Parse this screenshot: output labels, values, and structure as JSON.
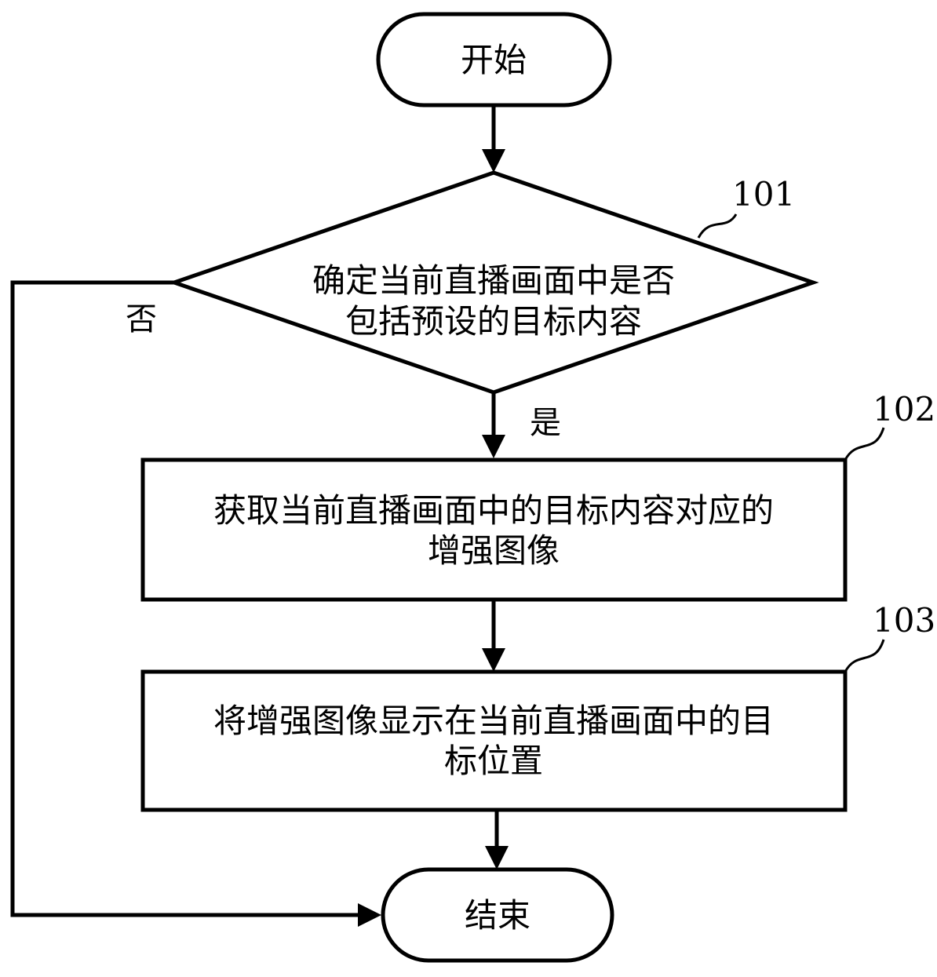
{
  "nodes": {
    "start": {
      "label": "开始"
    },
    "decision": {
      "line1": "确定当前直播画面中是否",
      "line2": "包括预设的目标内容",
      "ref": "101"
    },
    "step_102": {
      "line1": "获取当前直播画面中的目标内容对应的",
      "line2": "增强图像",
      "ref": "102"
    },
    "step_103": {
      "line1": "将增强图像显示在当前直播画面中的目",
      "line2": "标位置",
      "ref": "103"
    },
    "end": {
      "label": "结束"
    }
  },
  "edges": {
    "yes_label": "是",
    "no_label": "否"
  }
}
